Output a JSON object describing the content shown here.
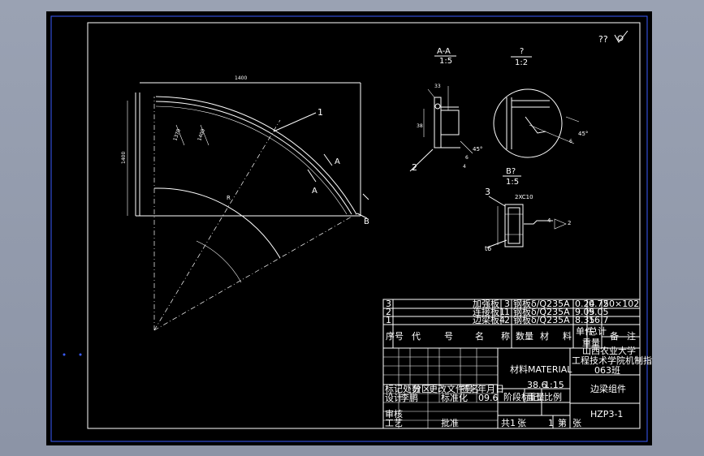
{
  "title_block": {
    "corner_mark": "??",
    "material": "材料MATERIAL",
    "university_line1": "山西农业大学",
    "university_line2": "工程技术学院机制指",
    "class": "063班",
    "drawing_name": "边梁组件",
    "drawing_no": "HZP3-1",
    "stage_label": "阶段标记",
    "weight_label": "重量",
    "scale_label": "比例",
    "weight_value": "38.6",
    "scale_value": "1:15",
    "sheet_total": "共1",
    "sheet_unit": "张",
    "sheet_no_label": "第",
    "sheet_no_unit": "张",
    "sheet_no": "1",
    "header": {
      "seq": "序号",
      "code": "代",
      "code2": "号",
      "name": "名",
      "name2": "称",
      "qty": "数量",
      "material": "材",
      "material2": "料",
      "unit_weight": "单件",
      "total_weight": "总计",
      "weight": "重量",
      "remark": "备",
      "remark2": "注"
    },
    "label_revise": "标记处数",
    "label_zone": "分区",
    "label_change_doc": "更改文件号",
    "label_sign": "签名",
    "label_date": "年月日",
    "label_design": "设计",
    "label_standard": "标准化",
    "label_check": "审核",
    "label_process": "工艺",
    "label_approve": "批准",
    "design_person": "李鹏",
    "design_date": "09.6"
  },
  "bom": [
    {
      "seq": "3",
      "name": "加强板",
      "qty": "3",
      "material": "钢板δ/Q235A",
      "unit": "0.24",
      "total": "0.72",
      "remark": "50×102"
    },
    {
      "seq": "2",
      "name": "连接板1",
      "qty": "1",
      "material": "钢板δ/Q235A",
      "unit": "9.05",
      "total": "9.05",
      "remark": ""
    },
    {
      "seq": "1",
      "name": "边梁板4",
      "qty": "2",
      "material": "钢板δ/Q235A",
      "unit": "8.35",
      "total": "16.7",
      "remark": ""
    }
  ],
  "views": {
    "section_aa_label": "A-A",
    "section_aa_scale": "1:5",
    "detail_label": "?",
    "detail_scale": "1:2",
    "view_b_label": "B?",
    "view_b_scale": "1:5"
  },
  "annotations": {
    "part1": "1",
    "part2": "2",
    "part3": "3",
    "mark_a_upper": "A",
    "mark_a_lower": "A",
    "mark_b": "B",
    "dim_top": "1400",
    "dim_left": "1400",
    "dim_r1": "1370",
    "dim_r2": "1400",
    "radius": "R",
    "angle_45_a": "45°",
    "angle_45_b": "45°",
    "dim_6_a": "6",
    "dim_6_b": "6",
    "dim_4": "4",
    "dim_33": "33",
    "dim_38": "38",
    "weld_note": "2XC10",
    "weld_t6": "t6",
    "weld_4": "4",
    "weld_2": "2"
  }
}
